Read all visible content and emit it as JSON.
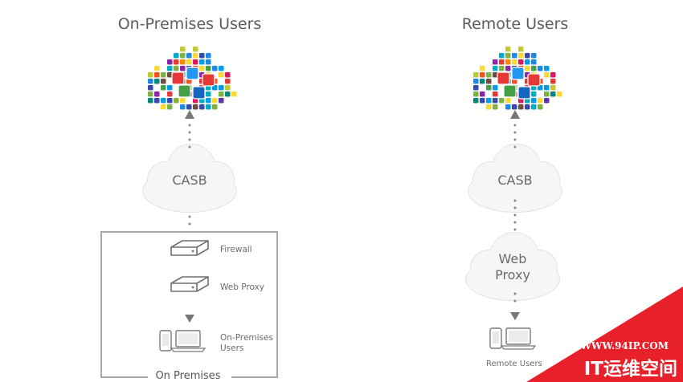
{
  "left_column": {
    "title": "On-Premises Users",
    "casb_label": "CASB",
    "firewall_label": "Firewall",
    "web_proxy_label": "Web Proxy",
    "users_label_line1": "On-Premises",
    "users_label_line2": "Users",
    "frame_label": "On Premises"
  },
  "right_column": {
    "title": "Remote Users",
    "casb_label": "CASB",
    "web_proxy_line1": "Web",
    "web_proxy_line2": "Proxy",
    "users_label": "Remote Users"
  },
  "watermark": {
    "url": "WWW.94IP.COM",
    "name": "IT运维空间"
  },
  "colors": {
    "cloud_fill": "#f5f5f5",
    "cloud_stroke": "#e0e0e0",
    "text": "#5c5c5c",
    "arrow": "#777777",
    "dots": "#8a8a8a",
    "frame": "#a8a8a8",
    "watermark_bg": "#e8202a"
  },
  "icons": {
    "app_cloud": "app-cloud-icon",
    "device": "server-appliance-icon",
    "endpoint": "phone-laptop-icon"
  }
}
